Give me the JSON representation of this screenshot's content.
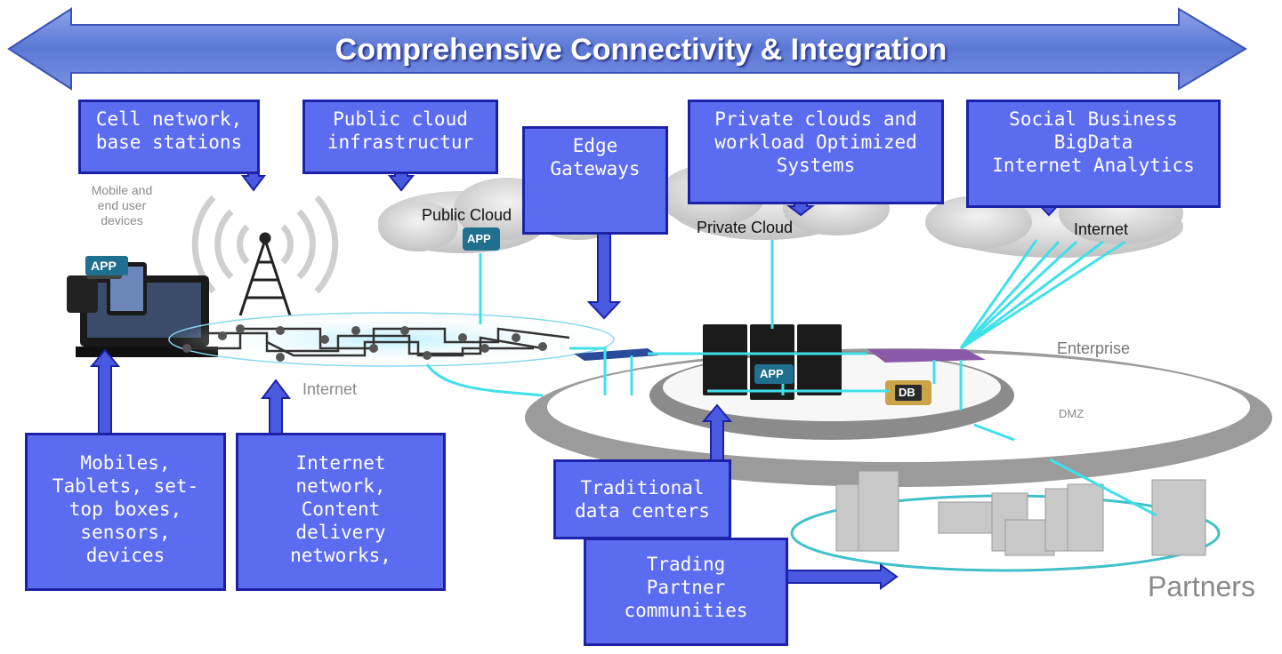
{
  "banner": {
    "title": "Comprehensive Connectivity & Integration",
    "color": "#5b78d6"
  },
  "boxes": {
    "cell": [
      "Cell network,",
      "base stations"
    ],
    "public": [
      "Public cloud",
      "infrastructur"
    ],
    "edge": [
      "Edge",
      "Gateways"
    ],
    "private": [
      "Private clouds and",
      "workload Optimized",
      "Systems"
    ],
    "social": [
      "Social Business",
      "BigData",
      "Internet Analytics"
    ],
    "mobiles": [
      "Mobiles,",
      "Tablets, set-",
      "top boxes,",
      "sensors,",
      "devices"
    ],
    "internet": [
      "Internet",
      "network,",
      "Content",
      "delivery",
      "networks,"
    ],
    "traditional": [
      "Traditional",
      "data centers"
    ],
    "trading": [
      "Trading",
      "Partner",
      "communities"
    ]
  },
  "labels": {
    "mobile_devices": [
      "Mobile and",
      "end user",
      "devices"
    ],
    "public_cloud": "Public Cloud",
    "private_cloud": "Private Cloud",
    "internet_top": "Internet",
    "internet_bottom": "Internet",
    "enterprise": "Enterprise",
    "dmz": "DMZ",
    "partners": "Partners",
    "app1": "APP",
    "app2": "APP",
    "app3": "APP",
    "db": "DB"
  },
  "colors": {
    "box_fill": "#5b6cf0",
    "box_border": "#1c22a8",
    "connector": "#40e0e8",
    "arrow": "#4a5ae0"
  }
}
